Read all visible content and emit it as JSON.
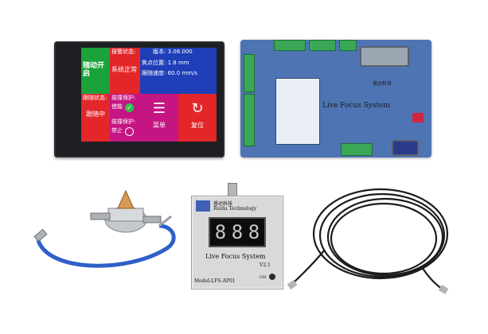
{
  "hmi": {
    "follow_on": "随动开启",
    "alarm_state_label": "报警状态:",
    "system_normal": "系统正常",
    "version_line": "版本: 3.08.000",
    "focus_position": "焦点位置:",
    "focus_value": "1.8  mm",
    "follow_speed": "跟随速度:",
    "speed_value": "60.0 mm/s",
    "follow_state_label": "跟随状态:",
    "following": "跟随中",
    "collision_label": "碰撞保护:",
    "enable": "使能",
    "collision_protect_label": "碰撞保护:",
    "disable": "禁止",
    "menu": "菜单",
    "reset": "复位"
  },
  "board": {
    "title": "Live Focus System",
    "brand": "睿达科技"
  },
  "lfs": {
    "brand_cn": "睿达科技",
    "brand_en": "Ruida Technology",
    "display": [
      "8",
      "8",
      "8"
    ],
    "title": "Live Focus System",
    "version": "V2.1",
    "model": "Model:LFS-AP01",
    "button_label": "ON"
  },
  "colors": {
    "hmi_green": "#1aa33a",
    "hmi_red": "#e3262a",
    "hmi_magenta": "#c41582",
    "board_blue": "#4e74b4",
    "cable_blue": "#2f5fc8"
  }
}
